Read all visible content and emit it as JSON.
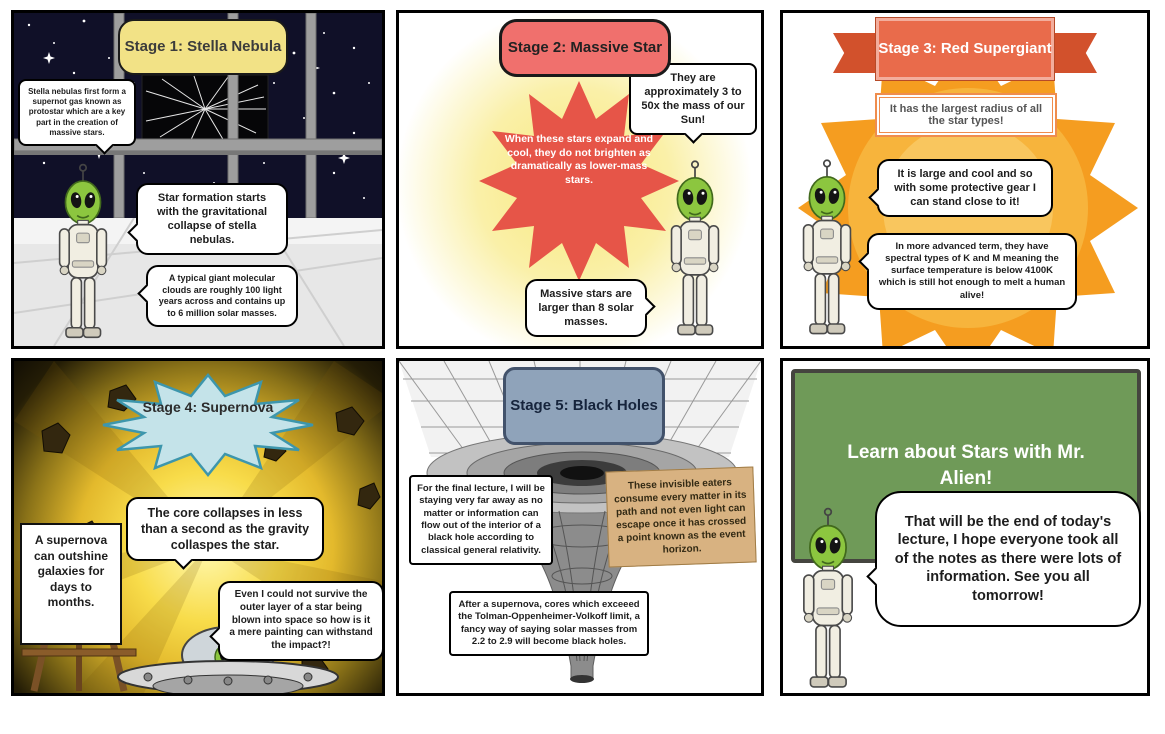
{
  "colors": {
    "stage1_banner": "#f2e286",
    "stage2_banner": "#f0706d",
    "stage2_starburst": "#e65548",
    "stage3_ribbon": "#e96b4b",
    "stage3_sun": "#f59d20",
    "stage4_banner": "#c4e3e9",
    "stage5_plaque": "#8fa3ba",
    "stage5_parchment": "#d8b281",
    "stage6_board": "#6f9a58"
  },
  "panels": {
    "stage1": {
      "title": "Stage 1: Stella Nebula",
      "bubble_protostar": "Stella nebulas first form a supernot gas known as protostar which are a key part in the creation of massive stars.",
      "bubble_formation": "Star formation starts with the gravitational collapse of stella nebulas.",
      "bubble_molecular": "A typical giant molecular clouds are roughly 100 light years across and contains up to 6 million solar masses."
    },
    "stage2": {
      "title": "Stage 2: Massive Star",
      "bubble_mass": "They are approximately 3 to 50x the mass of our Sun!",
      "starburst_text": "When these stars expand and cool, they do not brighten as dramatically as lower-mass stars.",
      "bubble_solar": "Massive stars are larger than 8 solar masses."
    },
    "stage3": {
      "title": "Stage 3: Red Supergiant",
      "box_radius": "It has the largest radius of all the star types!",
      "bubble_gear": "It is large and cool and so with some protective gear I can stand close to it!",
      "bubble_spectral": "In more advanced term, they have spectral types of K and M meaning the surface temperature is below 4100K which is still hot enough to melt a human alive!"
    },
    "stage4": {
      "title": "Stage 4: Supernova",
      "canvas_text": "A supernova can outshine galaxies for days to months.",
      "bubble_core": "The core collapses in less than a second as the gravity collaspes the star.",
      "bubble_survive": "Even I could not survive the outer layer of a star being blown into space so how is it a mere painting can withstand the impact?!"
    },
    "stage5": {
      "title": "Stage 5: Black Holes",
      "box_lecture": "For the final lecture, I will be staying very far away as no matter or information can flow out of the interior of a black hole according to classical general relativity.",
      "box_eaters": "These invisible eaters consume every matter in its path and not even light can escape once it has crossed a point known as the event horizon.",
      "box_tov": "After a supernova, cores which exceeed the Tolman-Oppenheimer-Volkoff limit, a fancy way of saying solar masses from 2.2 to 2.9 will become black holes."
    },
    "stage6": {
      "board_text": "Learn about Stars with Mr. Alien!",
      "bubble_end": "That will be the end of today's lecture, I hope everyone took all of the notes as there were lots of information. See you all tomorrow!"
    }
  }
}
